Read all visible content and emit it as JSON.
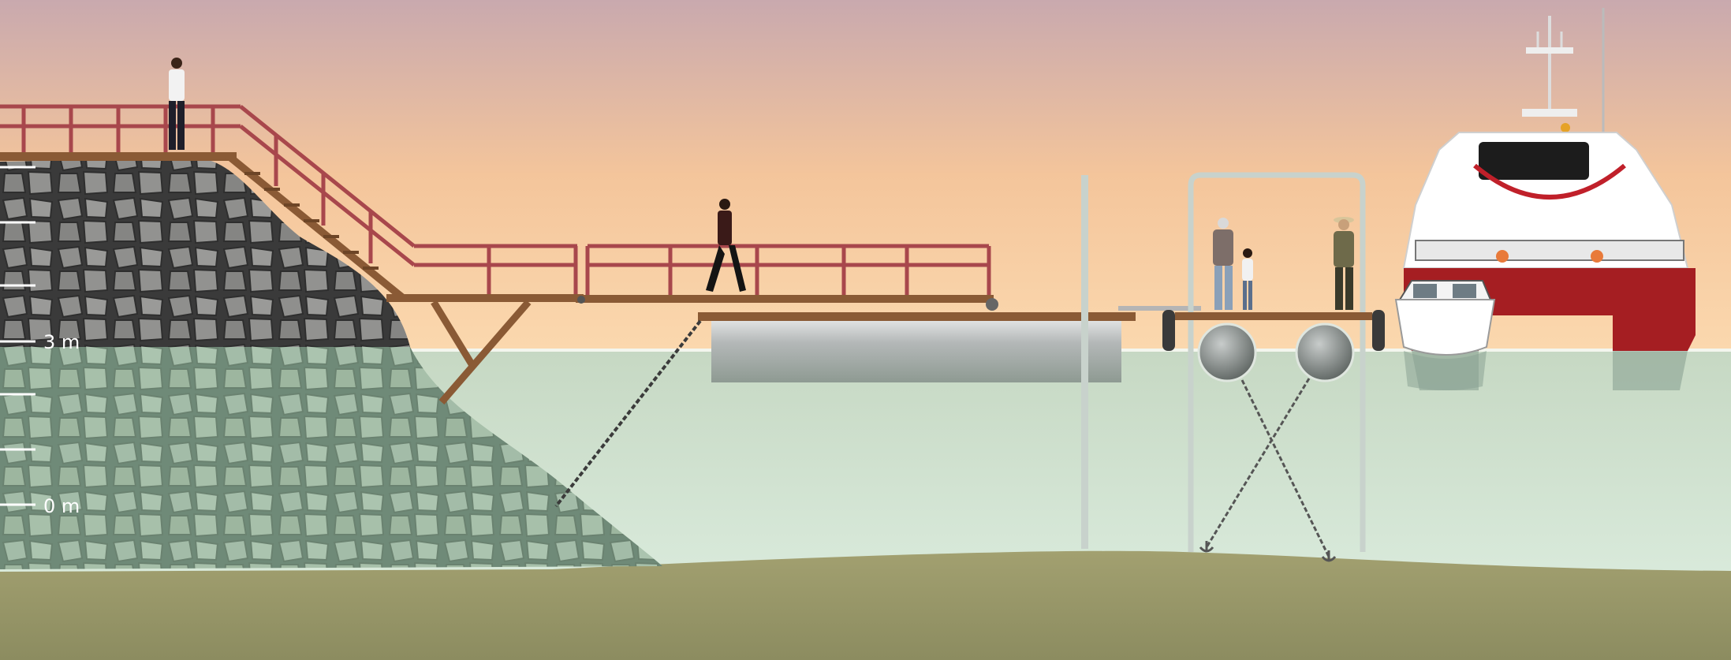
{
  "scale": {
    "upper_label": "3 m",
    "lower_label": "0 m"
  },
  "colors": {
    "sky_top": "#c9a9ae",
    "sky_bottom": "#fbd6a8",
    "water_top": "#c8dcc8",
    "water_bottom": "#d8ead8",
    "seabed": "#9a9a6a",
    "rock": "#8a8a88",
    "railing": "#a8474c",
    "deck_wood": "#8a5a35",
    "pontoon": "#b8bcbc",
    "ship_hull": "#a51e22"
  },
  "elements": {
    "rock_breakwater": "rock",
    "stairs": "stairs",
    "gangway": "gangway",
    "pontoon_float": "pontoon",
    "floating_dock": "floating-dock",
    "guide_piles": "pile",
    "anchor_chains": "chain",
    "anchors": "anchor",
    "catamaran_ferry": "ferry",
    "small_motorboat": "boat",
    "people": "person"
  }
}
